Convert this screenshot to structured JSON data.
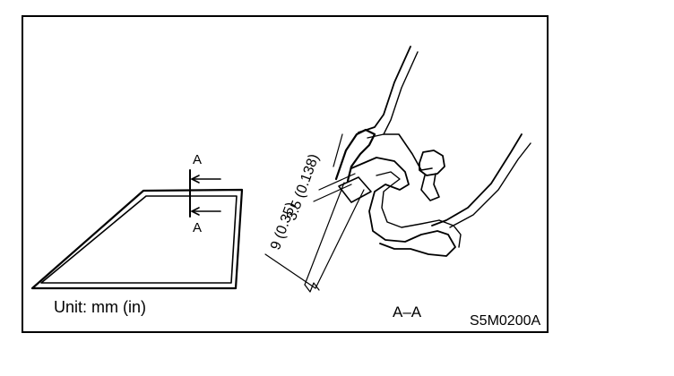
{
  "labels": {
    "unit": "Unit: mm (in)",
    "section": "A–A",
    "figure_code": "S5M0200A",
    "marker_top": "A",
    "marker_bottom": "A",
    "dim_upper": "3.5 (0.138)",
    "dim_lower": "9 (0.35)"
  },
  "colors": {
    "line": "#000000",
    "background": "#ffffff"
  }
}
